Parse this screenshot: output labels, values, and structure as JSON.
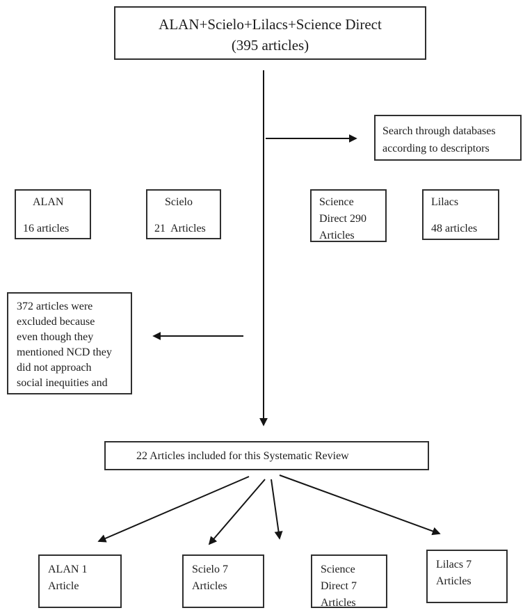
{
  "colors": {
    "ink": "#1c1c1c",
    "border": "#2f2f2f",
    "arrow": "#141414",
    "background": "#ffffff"
  },
  "boxes": {
    "total": "ALAN+Scielo+Lilacs+Science Direct\n(395 articles)",
    "search_note": "Search through databases\naccording to descriptors",
    "db_alan": "ALAN\n\n16 articles",
    "db_scielo": "Scielo\n\n21  Articles",
    "db_science_direct": "Science\nDirect 290\nArticles",
    "db_lilacs": "Lilacs\n\n48 articles",
    "excluded": "372 articles were\nexcluded because\neven though they\nmentioned NCD they\ndid not approach\nsocial inequities and",
    "included": "22 Articles included for this Systematic Review",
    "included_alan": "ALAN 1\nArticle",
    "included_scielo": "Scielo 7\nArticles",
    "included_science_direct": "Science\nDirect 7\nArticles",
    "included_lilacs": "Lilacs 7\nArticles"
  }
}
